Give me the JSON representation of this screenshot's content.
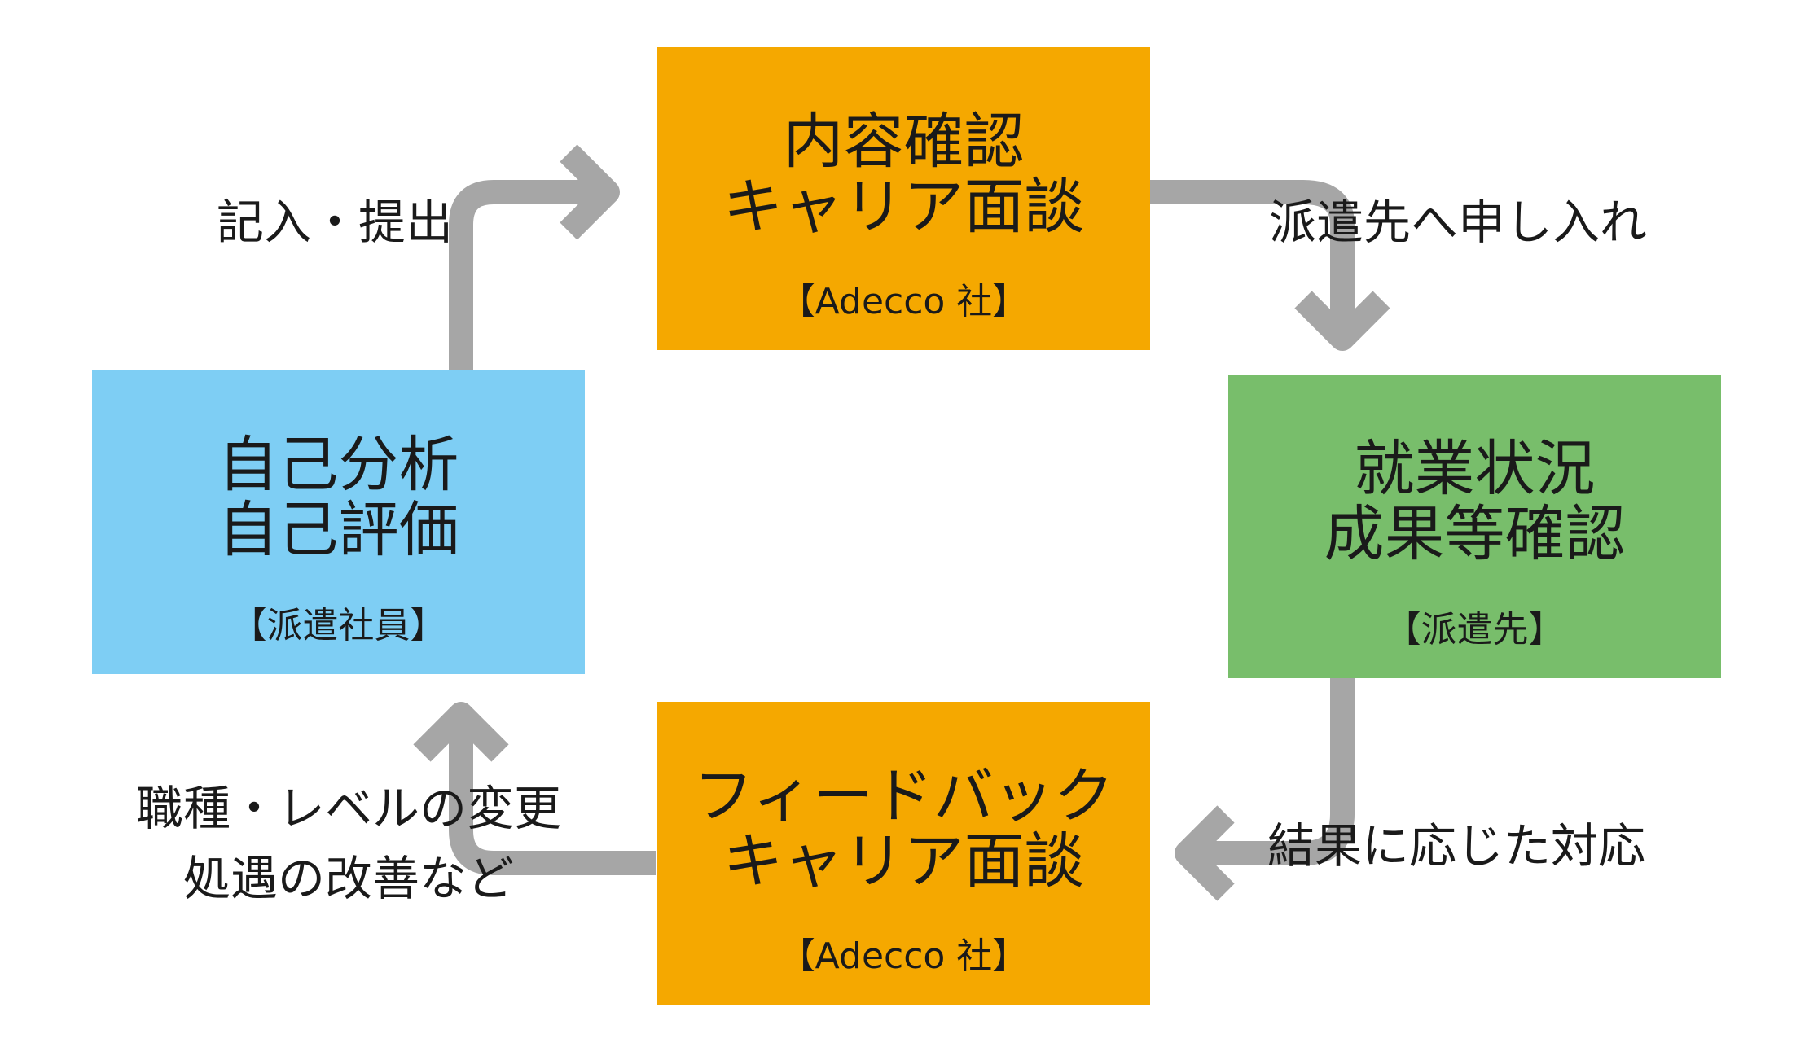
{
  "colors": {
    "arrow": "#a6a6a6",
    "top_box": "#f5a800",
    "bottom_box": "#f5a800",
    "left_box": "#7ecef4",
    "right_box": "#78be6b"
  },
  "nodes": {
    "top": {
      "line1": "内容確認",
      "line2": "キャリア面談",
      "owner": "【Adecco 社】"
    },
    "right": {
      "line1": "就業状況",
      "line2": "成果等確認",
      "owner": "【派遣先】"
    },
    "bottom": {
      "line1": "フィードバック",
      "line2": "キャリア面談",
      "owner": "【Adecco 社】"
    },
    "left": {
      "line1": "自己分析",
      "line2": "自己評価",
      "owner": "【派遣社員】"
    }
  },
  "edges": {
    "left_to_top": "記入・提出",
    "top_to_right": "派遣先へ申し入れ",
    "right_to_bottom": "結果に応じた対応",
    "bottom_to_left": {
      "line1": "職種・レベルの変更",
      "line2": "処遇の改善など"
    }
  }
}
